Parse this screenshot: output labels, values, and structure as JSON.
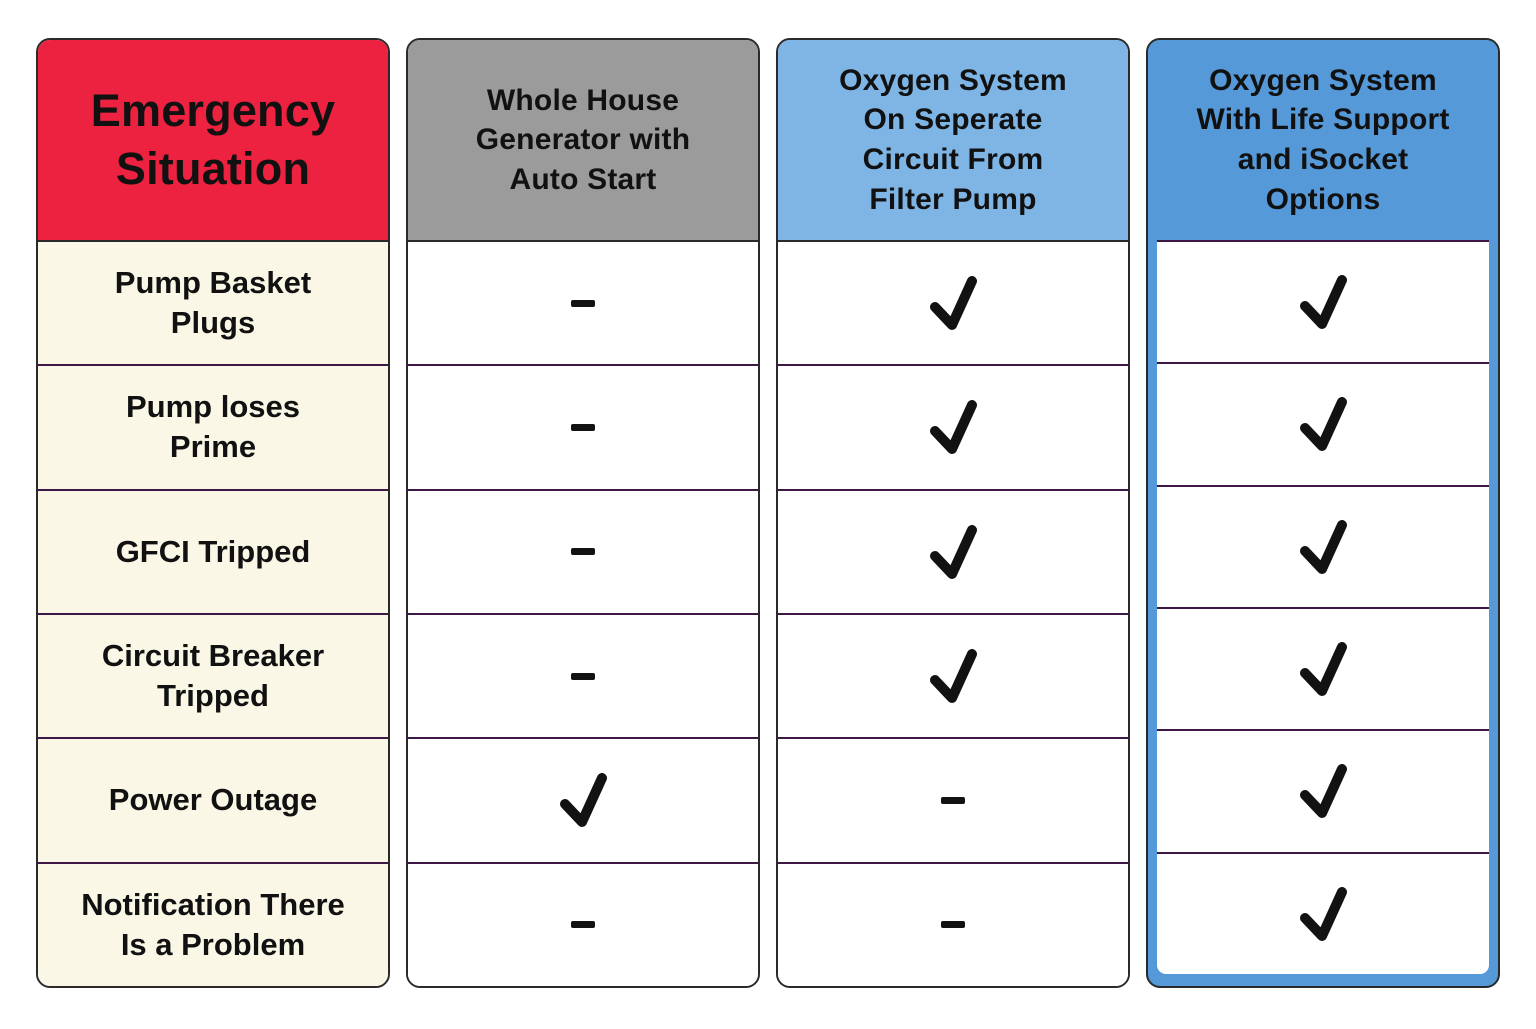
{
  "chart_data": {
    "type": "table",
    "title": "Emergency Situation comparison matrix",
    "columns": [
      "Emergency Situation",
      "Whole House Generator with Auto Start",
      "Oxygen System On Seperate Circuit From Filter Pump",
      "Oxygen System With Life Support and iSocket Options"
    ],
    "rows": [
      [
        "Pump Basket Plugs",
        "-",
        "✓",
        "✓"
      ],
      [
        "Pump loses Prime",
        "-",
        "✓",
        "✓"
      ],
      [
        "GFCI Tripped",
        "-",
        "✓",
        "✓"
      ],
      [
        "Circuit Breaker Tripped",
        "-",
        "✓",
        "✓"
      ],
      [
        "Power Outage",
        "✓",
        "-",
        "✓"
      ],
      [
        "Notification There Is a Problem",
        "-",
        "-",
        "✓"
      ]
    ],
    "legend_position": "none",
    "grid": true
  },
  "columns": [
    {
      "header": "Emergency\nSituation",
      "header_bg": "#ec2240",
      "body_bg": "#faf7e6",
      "highlighted": false
    },
    {
      "header": "Whole House\nGenerator with\nAuto Start",
      "header_bg": "#9b9b9b",
      "body_bg": "#ffffff",
      "highlighted": false
    },
    {
      "header": "Oxygen System\nOn Seperate\nCircuit From\nFilter Pump",
      "header_bg": "#7fb5e5",
      "body_bg": "#ffffff",
      "highlighted": false
    },
    {
      "header": "Oxygen System\nWith Life Support\nand iSocket\nOptions",
      "header_bg": "#5599d8",
      "body_bg": "#ffffff",
      "highlighted": true
    }
  ],
  "rows": [
    {
      "label": "Pump Basket\nPlugs",
      "marks": [
        "dash",
        "check",
        "check"
      ]
    },
    {
      "label": "Pump loses\nPrime",
      "marks": [
        "dash",
        "check",
        "check"
      ]
    },
    {
      "label": "GFCI Tripped",
      "marks": [
        "dash",
        "check",
        "check"
      ]
    },
    {
      "label": "Circuit Breaker\nTripped",
      "marks": [
        "dash",
        "check",
        "check"
      ]
    },
    {
      "label": "Power Outage",
      "marks": [
        "check",
        "dash",
        "check"
      ]
    },
    {
      "label": "Notification There\nIs a Problem",
      "marks": [
        "dash",
        "dash",
        "check"
      ]
    }
  ],
  "icons": {
    "check": "check-icon",
    "dash": "dash-icon"
  },
  "colors": {
    "header_red": "#ec2240",
    "header_gray": "#9b9b9b",
    "header_light_blue": "#7fb5e5",
    "header_blue": "#5599d8",
    "row_cream": "#faf7e6",
    "separator_purple": "#3f1747",
    "card_border": "#2a2a2a",
    "highlight_frame": "#5599d8",
    "text": "#111111",
    "page_bg": "#ffffff"
  }
}
